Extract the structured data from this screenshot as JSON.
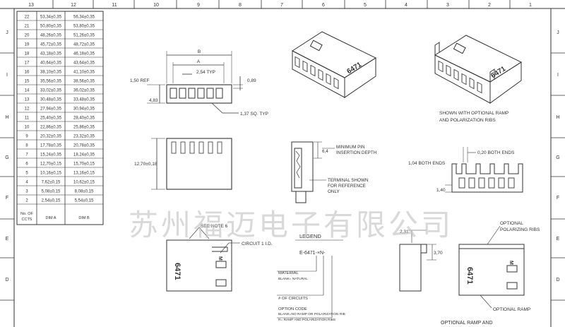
{
  "border": {
    "columns": [
      "13",
      "12",
      "11",
      "10",
      "9",
      "8",
      "7",
      "6",
      "5",
      "4",
      "3",
      "2",
      "1"
    ],
    "rows": [
      "J",
      "I",
      "H",
      "G",
      "F",
      "E",
      "D"
    ]
  },
  "table": {
    "rows": [
      {
        "ccts": "22",
        "dimA": "53,34±0,35",
        "dimB": "56,34±0,35"
      },
      {
        "ccts": "21",
        "dimA": "50,80±0,35",
        "dimB": "53,80±0,35"
      },
      {
        "ccts": "20",
        "dimA": "48,26±0,35",
        "dimB": "51,26±0,35"
      },
      {
        "ccts": "19",
        "dimA": "45,72±0,35",
        "dimB": "48,72±0,35"
      },
      {
        "ccts": "18",
        "dimA": "43,18±0,35",
        "dimB": "46,18±0,35"
      },
      {
        "ccts": "17",
        "dimA": "40,64±0,35",
        "dimB": "43,64±0,35"
      },
      {
        "ccts": "16",
        "dimA": "38,10±0,35",
        "dimB": "41,10±0,35"
      },
      {
        "ccts": "15",
        "dimA": "35,56±0,35",
        "dimB": "38,56±0,35"
      },
      {
        "ccts": "14",
        "dimA": "33,02±0,35",
        "dimB": "36,02±0,35"
      },
      {
        "ccts": "13",
        "dimA": "30,48±0,35",
        "dimB": "33,48±0,35"
      },
      {
        "ccts": "12",
        "dimA": "27,94±0,35",
        "dimB": "30,94±0,35"
      },
      {
        "ccts": "11",
        "dimA": "25,40±0,35",
        "dimB": "28,40±0,35"
      },
      {
        "ccts": "10",
        "dimA": "22,86±0,35",
        "dimB": "25,86±0,35"
      },
      {
        "ccts": "9",
        "dimA": "20,32±0,35",
        "dimB": "23,32±0,35"
      },
      {
        "ccts": "8",
        "dimA": "17,78±0,35",
        "dimB": "20,78±0,35"
      },
      {
        "ccts": "7",
        "dimA": "15,24±0,35",
        "dimB": "18,24±0,35"
      },
      {
        "ccts": "6",
        "dimA": "12,70±0,15",
        "dimB": "15,70±0,15"
      },
      {
        "ccts": "5",
        "dimA": "10,16±0,15",
        "dimB": "13,16±0,15"
      },
      {
        "ccts": "4",
        "dimA": "7,62±0,15",
        "dimB": "10,62±0,15"
      },
      {
        "ccts": "3",
        "dimA": "5,08±0,15",
        "dimB": "8,08±0,15"
      },
      {
        "ccts": "2",
        "dimA": "2,54±0,15",
        "dimB": "5,54±0,15"
      }
    ],
    "header": {
      "ccts_line1": "No. OF",
      "ccts_line2": "CCTS",
      "dimA": "DIM A",
      "dimB": "DIM B"
    }
  },
  "front_view": {
    "dim_b": "B",
    "dim_a": "A",
    "pitch": "2,54 TYP",
    "ref": "1,50 REF",
    "height": "4,83",
    "top": "0,89",
    "pin_sq": "1,37 SQ. TYP"
  },
  "side_view": {
    "height": "12,70±0,18"
  },
  "section_view": {
    "depth": "6,4",
    "depth_note_1": "MINIMUM PIN",
    "depth_note_2": "INSERTION DEPTH",
    "terminal_1": "TERMINAL SHOWN",
    "terminal_2": "FOR REFERENCE",
    "terminal_3": "ONLY"
  },
  "iso_views": {
    "part_marking": "6471",
    "caption_1": "SHOWN WITH OPTIONAL RAMP",
    "caption_2": "AND POLARIZATION RIBS"
  },
  "end_view": {
    "both_ends_a": "0,20 BOTH ENDS",
    "both_ends_b": "1,04 BOTH ENDS",
    "height": "1,40"
  },
  "marking_view": {
    "see_note": "SEE NOTE 6",
    "circuit": "CIRCUIT 1 I.D.",
    "part_marking": "6471"
  },
  "legend": {
    "title": "LEGEND",
    "part_number": "E-6471-×N-",
    "material": "MATERIAL",
    "material_sub": "BLANK= NATURAL",
    "circuits": "# OF CIRCUITS",
    "option": "OPTION CODE",
    "option_sub_1": "BLANK=NO RAMP OR POLARIZATION RIB",
    "option_sub_2": "R= RAMP AND POLARIZATION RIBS"
  },
  "ramp_side": {
    "dim_a": "2,31",
    "dim_b": "3,70"
  },
  "ramp_view": {
    "part_marking": "6471",
    "opt_ribs_1": "OPTIONAL",
    "opt_ribs_2": "POLARIZING RIBS",
    "opt_ramp": "OPTIONAL RAMP",
    "bottom_caption": "OPTIONAL RAMP AND"
  },
  "watermark": "苏州福迈电子有限公司"
}
